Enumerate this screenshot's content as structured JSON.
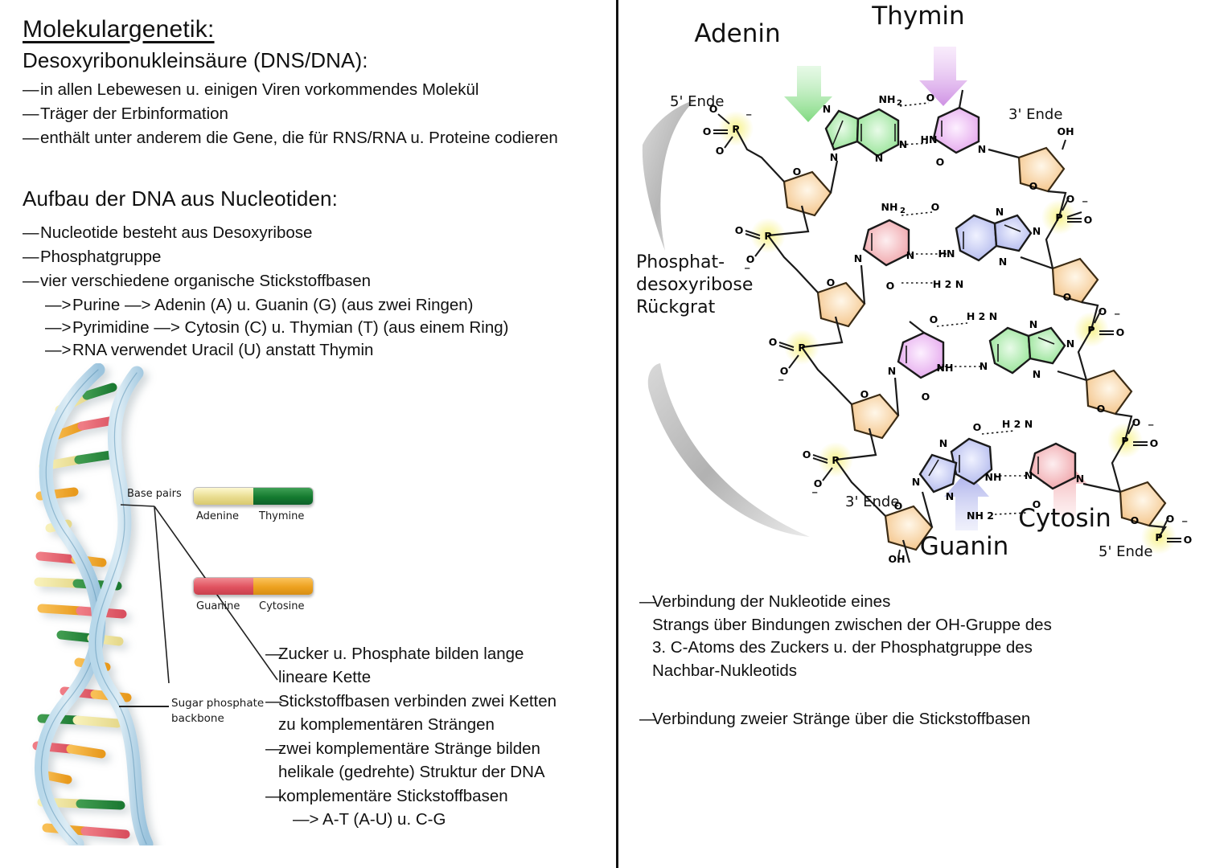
{
  "title": "Molekulargenetik:",
  "sections": {
    "dna": {
      "heading": "Desoxyribonukleinsäure (DNS/DNA):",
      "bullets": [
        "in allen Lebewesen u. einigen Viren vorkommendes Molekül",
        "Träger der Erbinformation",
        "enthält unter anderem die Gene, die für RNS/RNA u. Proteine codieren"
      ]
    },
    "aufbau": {
      "heading": "Aufbau der DNA aus Nucleotiden:",
      "bullets": [
        "Nucleotide besteht aus Desoxyribose",
        "Phosphatgruppe",
        "vier verschiedene organische Stickstoffbasen"
      ],
      "sub_bullets": [
        "Purine —> Adenin (A) u. Guanin (G) (aus zwei Ringen)",
        "Pyrimidine —> Cytosin (C) u. Thymian (T) (aus einem Ring)",
        "RNA verwendet Uracil (U) anstatt Thymin"
      ],
      "arrow": "—>"
    }
  },
  "dash": "—",
  "helix_legend": {
    "base_pairs_label": "Base pairs",
    "sugar_backbone_label_line1": "Sugar phosphate",
    "sugar_backbone_label_line2": "backbone",
    "pair_at": {
      "left": "Adenine",
      "right": "Thymine",
      "left_color": "#f2e8a8",
      "right_color": "#13803a"
    },
    "pair_gc": {
      "left": "Guanine",
      "right": "Cytosine",
      "left_color": "#e8596a",
      "right_color": "#f0a827"
    }
  },
  "left_notes": [
    {
      "dash": "—",
      "lines": [
        "Zucker u. Phosphate bilden lange",
        "lineare Kette"
      ]
    },
    {
      "dash": "—",
      "lines": [
        "Stickstoffbasen verbinden zwei Ketten",
        "zu komplementären Strängen"
      ]
    },
    {
      "dash": "—",
      "lines": [
        "zwei komplementäre Stränge bilden",
        "helikale (gedrehte) Struktur der DNA"
      ]
    },
    {
      "dash": "—",
      "lines": [
        "komplementäre Stickstoffbasen"
      ],
      "sub": "—> A-T (A-U) u. C-G"
    }
  ],
  "right_notes": [
    {
      "dash": "—",
      "lines": [
        "Verbindung der Nukleotide eines",
        "Strangs über Bindungen zwischen der OH-Gruppe des",
        "3. C-Atoms des Zuckers u. der Phosphatgruppe des",
        "Nachbar-Nukleotids"
      ]
    },
    {
      "dash": "—",
      "lines": [
        "Verbindung zweier Stränge über die Stickstoffbasen"
      ]
    }
  ],
  "chem_diagram": {
    "labels": {
      "adenin": "Adenin",
      "thymin": "Thymin",
      "guanin": "Guanin",
      "cytosin": "Cytosin",
      "backbone_line1": "Phosphat-",
      "backbone_line2": "desoxyribose",
      "backbone_line3": "Rückgrat",
      "end_5_top": "5' Ende",
      "end_3_top": "3' Ende",
      "end_3_bottom": "3' Ende",
      "end_5_bottom": "5' Ende",
      "oh_top": "OH",
      "oh_bottom": "OH"
    },
    "atoms": {
      "nitrogen": "N",
      "oxygen": "O",
      "phosphorus": "P",
      "hydrogen": "H",
      "amine": "NH",
      "amine_sub": "2",
      "hn": "HN",
      "nh": "NH",
      "h2n": "H 2 N",
      "nh2": "NH 2",
      "minus": "−"
    },
    "colors": {
      "adenine": "#9ae89a",
      "thymine": "#e8a8ee",
      "guanine": "#b7bdee",
      "cytosine": "#f1a9ad",
      "sugar": "#f6c98a",
      "phosphate_glow": "#f3ef82",
      "backbone_arc": "#b9b9b9",
      "arrow_adenin": "#9de09d",
      "arrow_thymin": "#d9a0ea",
      "arrow_guanin": "#b0b4ea",
      "arrow_cytosin": "#f0a9ad"
    },
    "base_pairs": [
      {
        "left": "Adenin",
        "right": "Thymin"
      },
      {
        "left": "Cytosin",
        "right": "Guanin"
      },
      {
        "left": "Thymin",
        "right": "Adenin"
      },
      {
        "left": "Guanin",
        "right": "Cytosin"
      }
    ]
  }
}
